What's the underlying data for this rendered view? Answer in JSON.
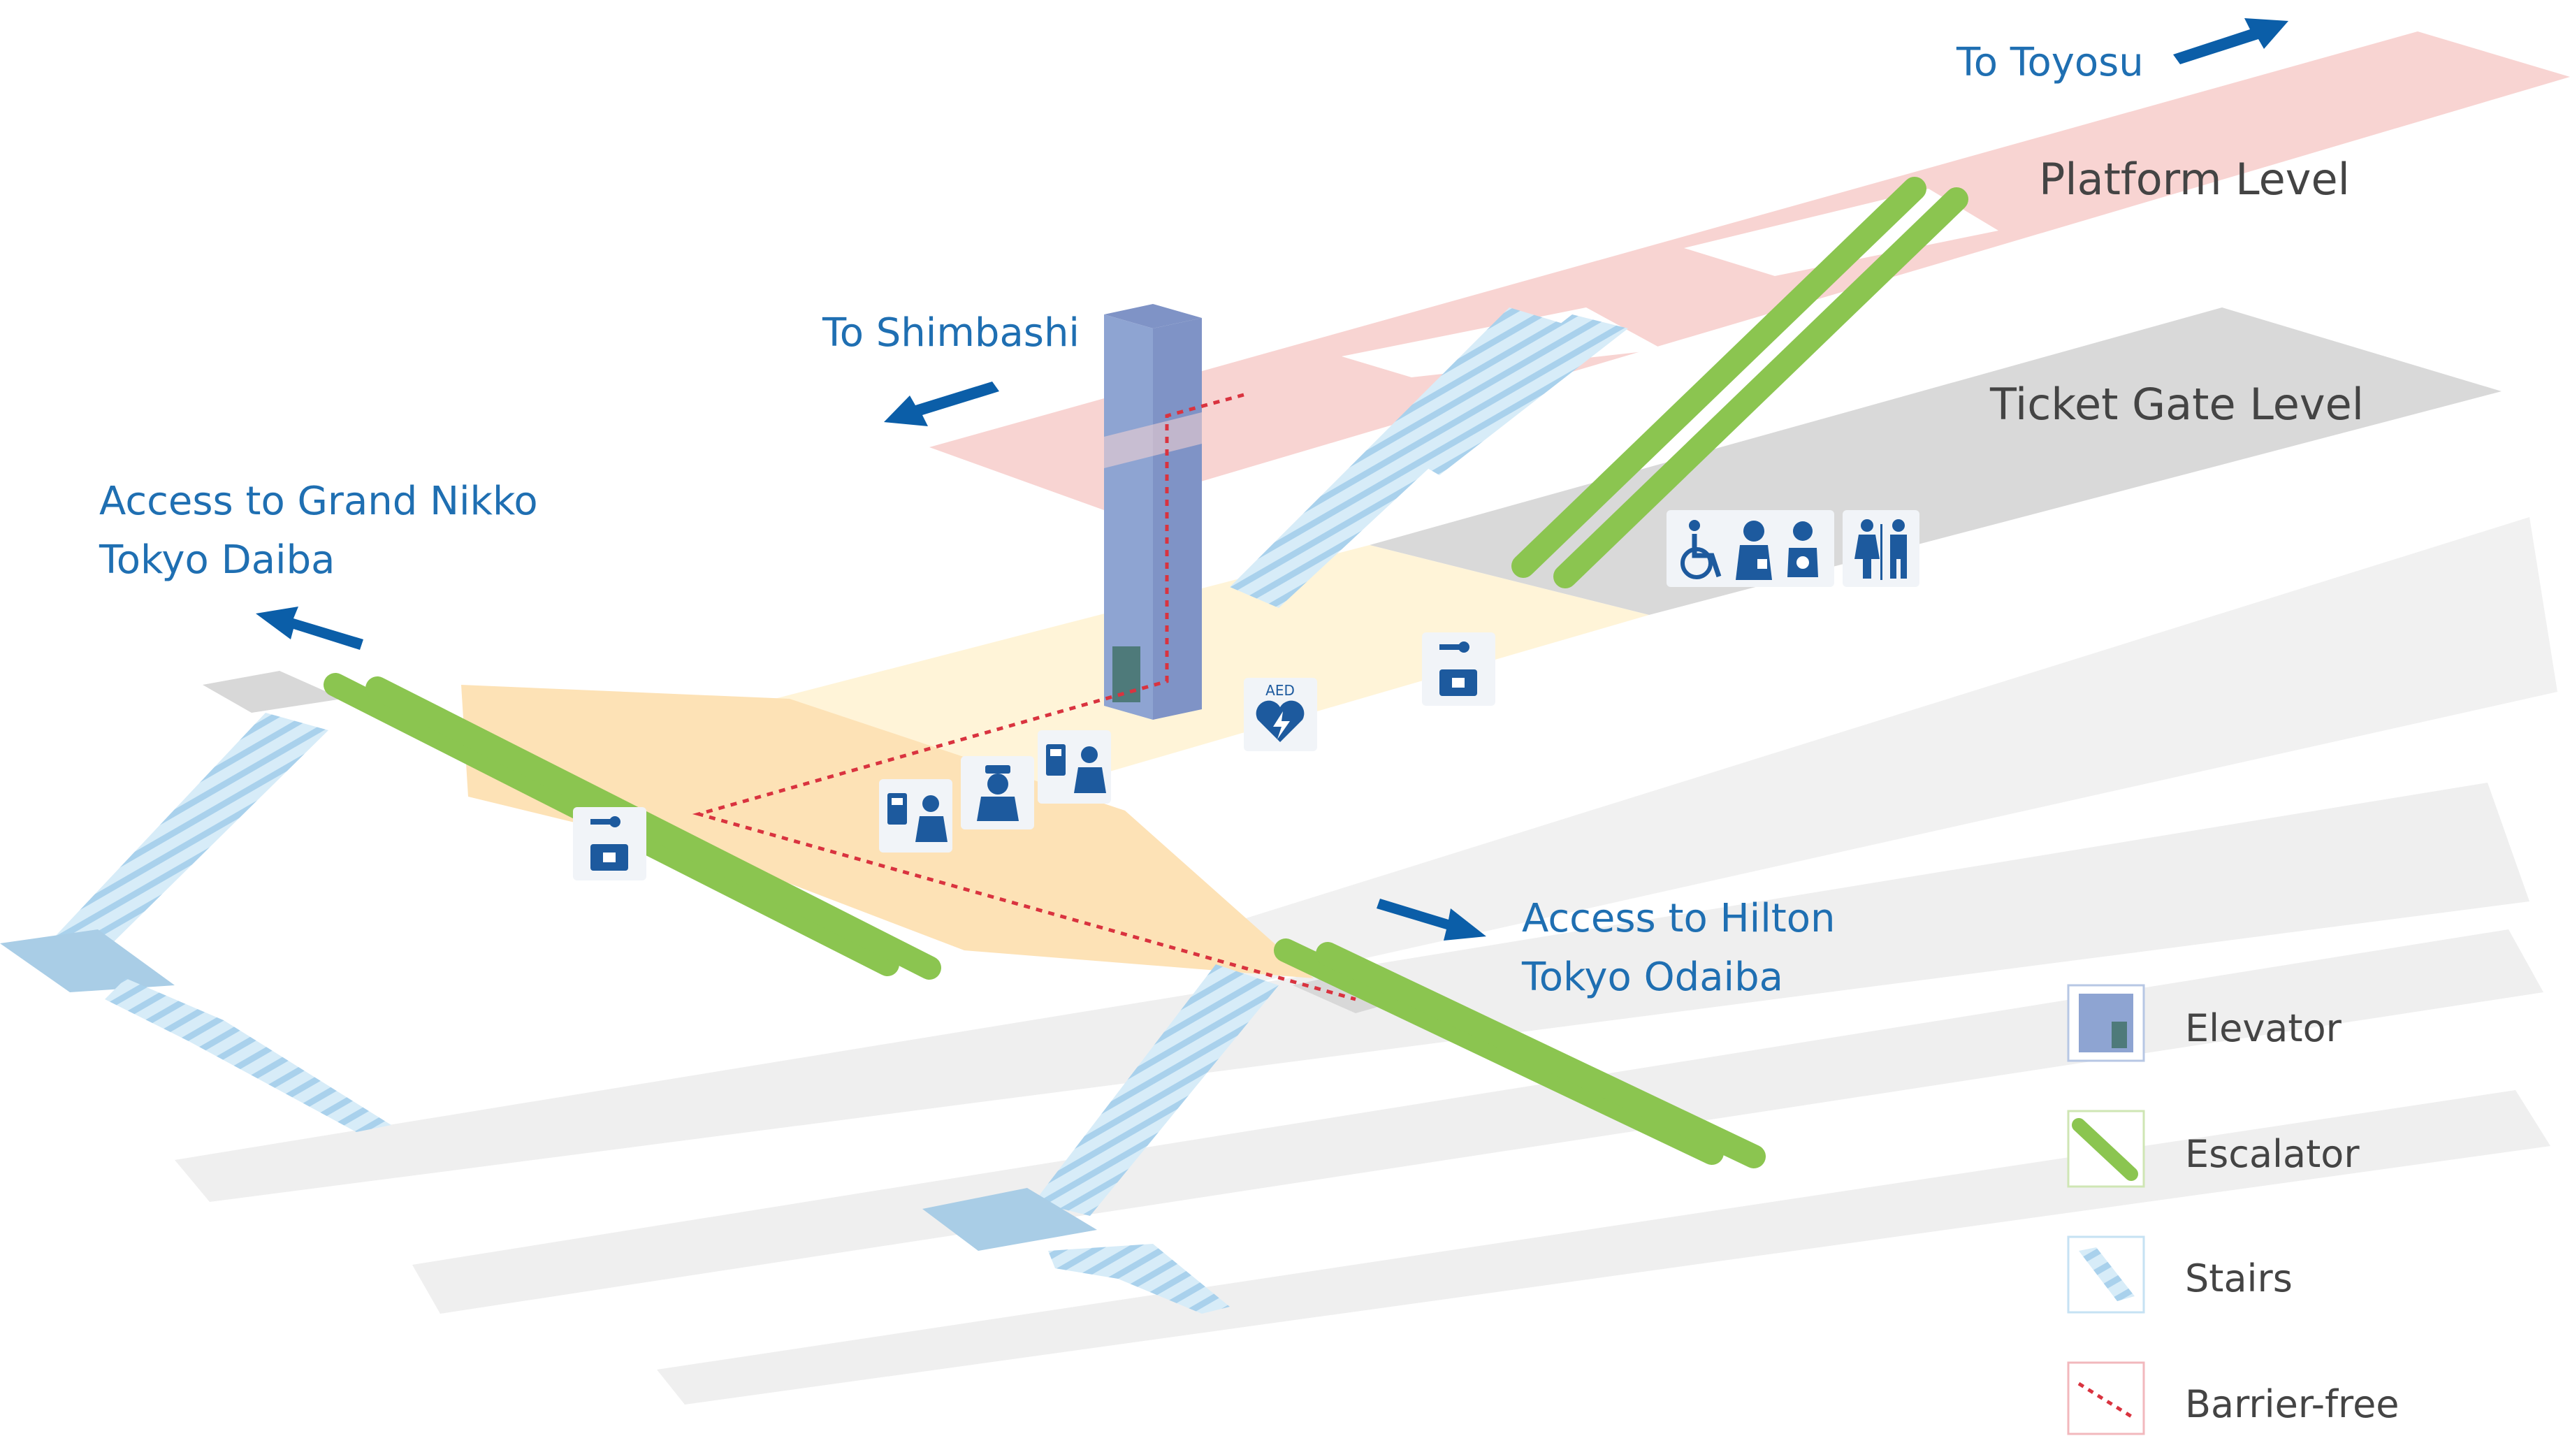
{
  "labels": {
    "to_toyosu": "To Toyosu",
    "to_shimbashi": "To Shimbashi",
    "platform_level": "Platform Level",
    "ticket_gate_level": "Ticket Gate Level",
    "access_nikko_line1": "Access to Grand Nikko",
    "access_nikko_line2": "Tokyo Daiba",
    "access_hilton_line1": "Access to Hilton",
    "access_hilton_line2": "Tokyo Odaiba"
  },
  "icons": {
    "aed_text": "AED"
  },
  "legend": {
    "elevator": "Elevator",
    "escalator": "Escalator",
    "stairs": "Stairs",
    "barrier_free": "Barrier-free"
  },
  "colors": {
    "platform": "#f8d4d2",
    "ticket_gate": "#d9d9d9",
    "concourse": "#fff3d6",
    "ground": "#f0f0f0",
    "escalator": "#8bc550",
    "stairs": "#c6e2f3",
    "elevator": "#8ea4d2",
    "label_blue": "#1f6fb2",
    "arrow_blue": "#0b5ea8",
    "barrier_free": "#d9333f"
  }
}
